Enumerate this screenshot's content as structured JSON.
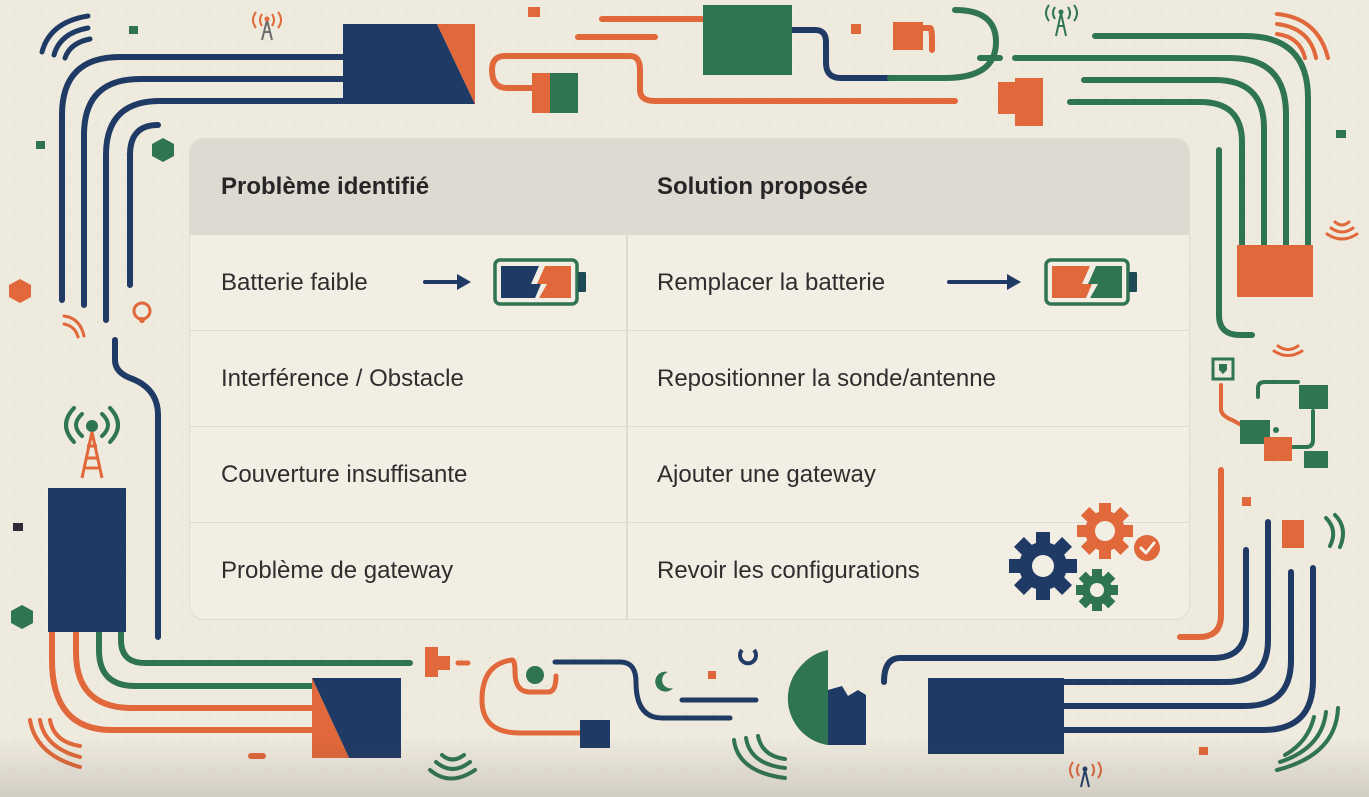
{
  "table": {
    "headers": {
      "problem": "Problème identifié",
      "solution": "Solution proposée"
    },
    "rows": [
      {
        "problem": "Batterie faible",
        "problem_icon": "low-battery-icon",
        "solution": "Remplacer la batterie",
        "solution_icon": "charged-battery-icon"
      },
      {
        "problem": "Interférence / Obstacle",
        "solution": "Repositionner la sonde/antenne"
      },
      {
        "problem": "Couverture insuffisante",
        "solution": "Ajouter une gateway"
      },
      {
        "problem": "Problème de gateway",
        "solution": "Revoir les configurations",
        "solution_icon": "gears-check-icon"
      }
    ]
  },
  "colors": {
    "navy": "#1f3a64",
    "orange": "#e0683a",
    "green": "#2f7552",
    "background": "#efeade",
    "card": "#f2eee4",
    "header": "#dedad1"
  }
}
